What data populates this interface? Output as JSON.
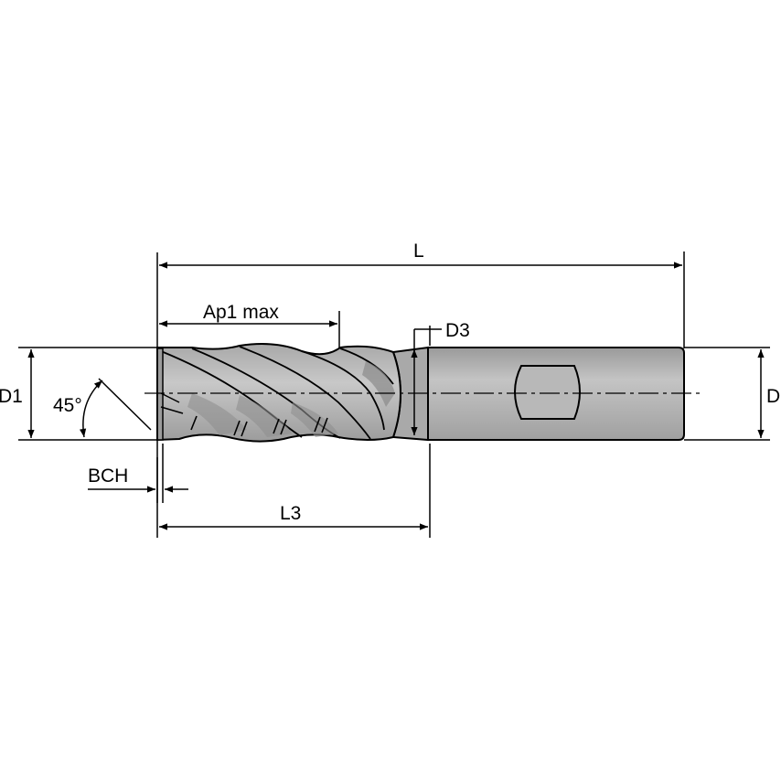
{
  "labels": {
    "overall_length": "L",
    "cut_length": "Ap1 max",
    "neck_diameter": "D3",
    "cutting_diameter": "D1",
    "shank_diameter": "D",
    "chamfer_angle": "45°",
    "chamfer_width": "BCH",
    "reach_length": "L3"
  },
  "colors": {
    "line": "#000000",
    "tool_fill": "#b4b4b4",
    "tool_shade": "#8f8f8f",
    "background": "#ffffff"
  }
}
